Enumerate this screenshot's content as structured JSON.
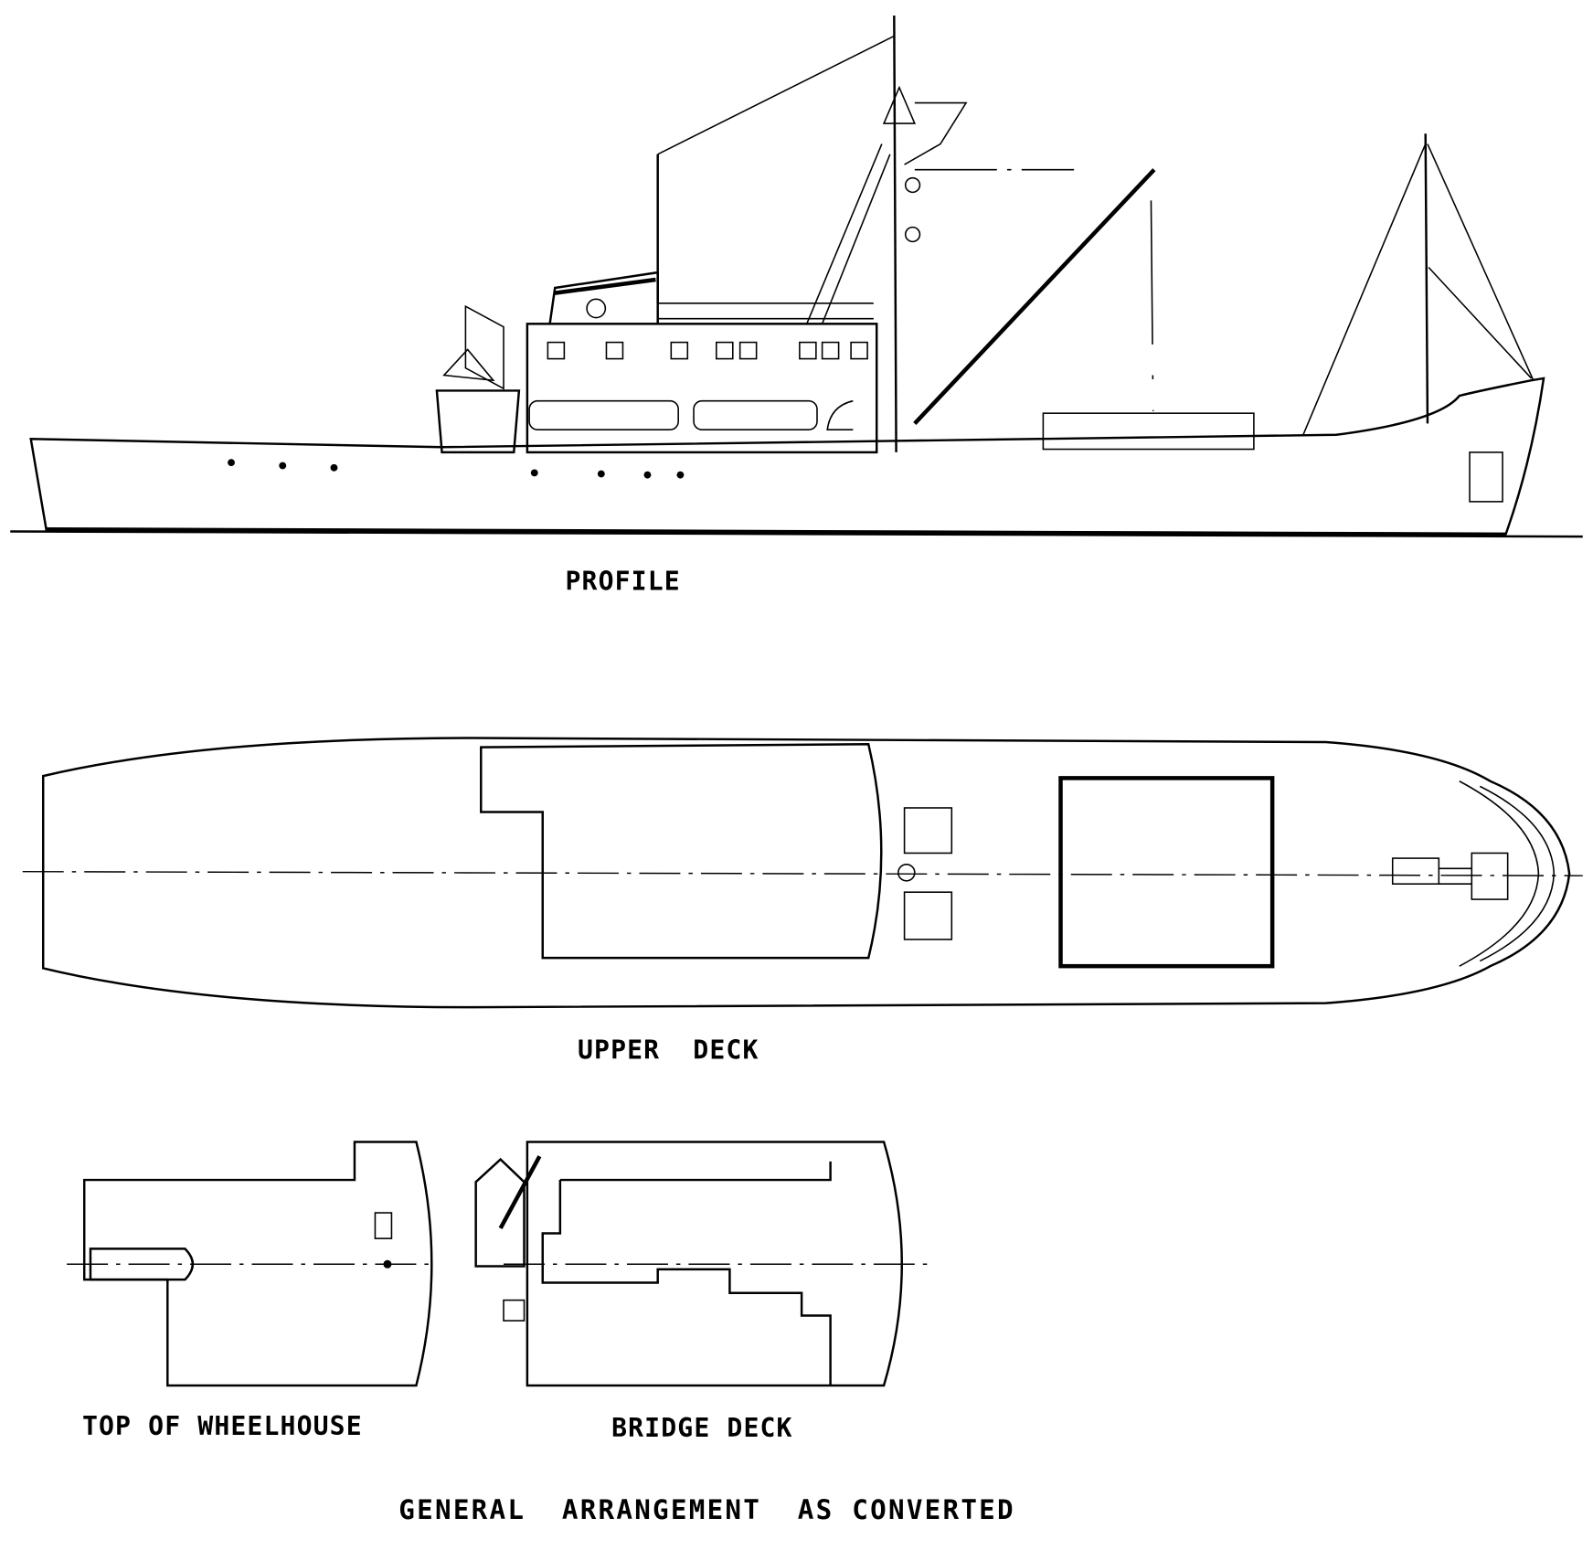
{
  "labels": {
    "profile": "PROFILE",
    "upper_deck": "UPPER  DECK",
    "top_of_wheelhouse": "TOP OF WHEELHOUSE",
    "bridge_deck": "BRIDGE DECK",
    "title": "GENERAL  ARRANGEMENT  AS CONVERTED"
  },
  "colors": {
    "line": "#000000",
    "background": "#ffffff"
  }
}
